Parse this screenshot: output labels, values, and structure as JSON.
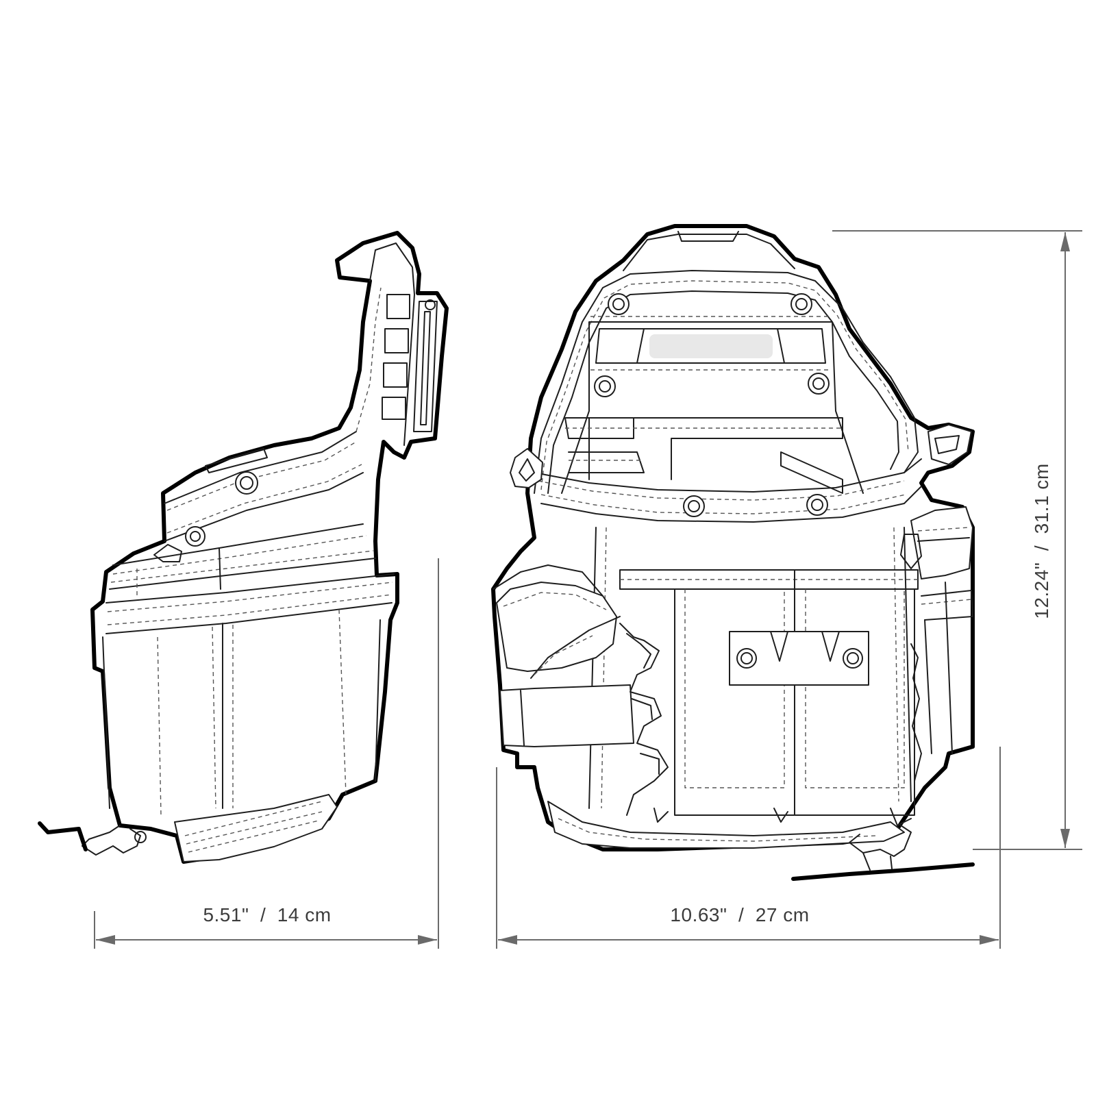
{
  "dimensions": {
    "side_depth": "5.51\"  /  14 cm",
    "front_width": "10.63\"  /  27 cm",
    "height": "12.24\"  /  31.1 cm"
  }
}
